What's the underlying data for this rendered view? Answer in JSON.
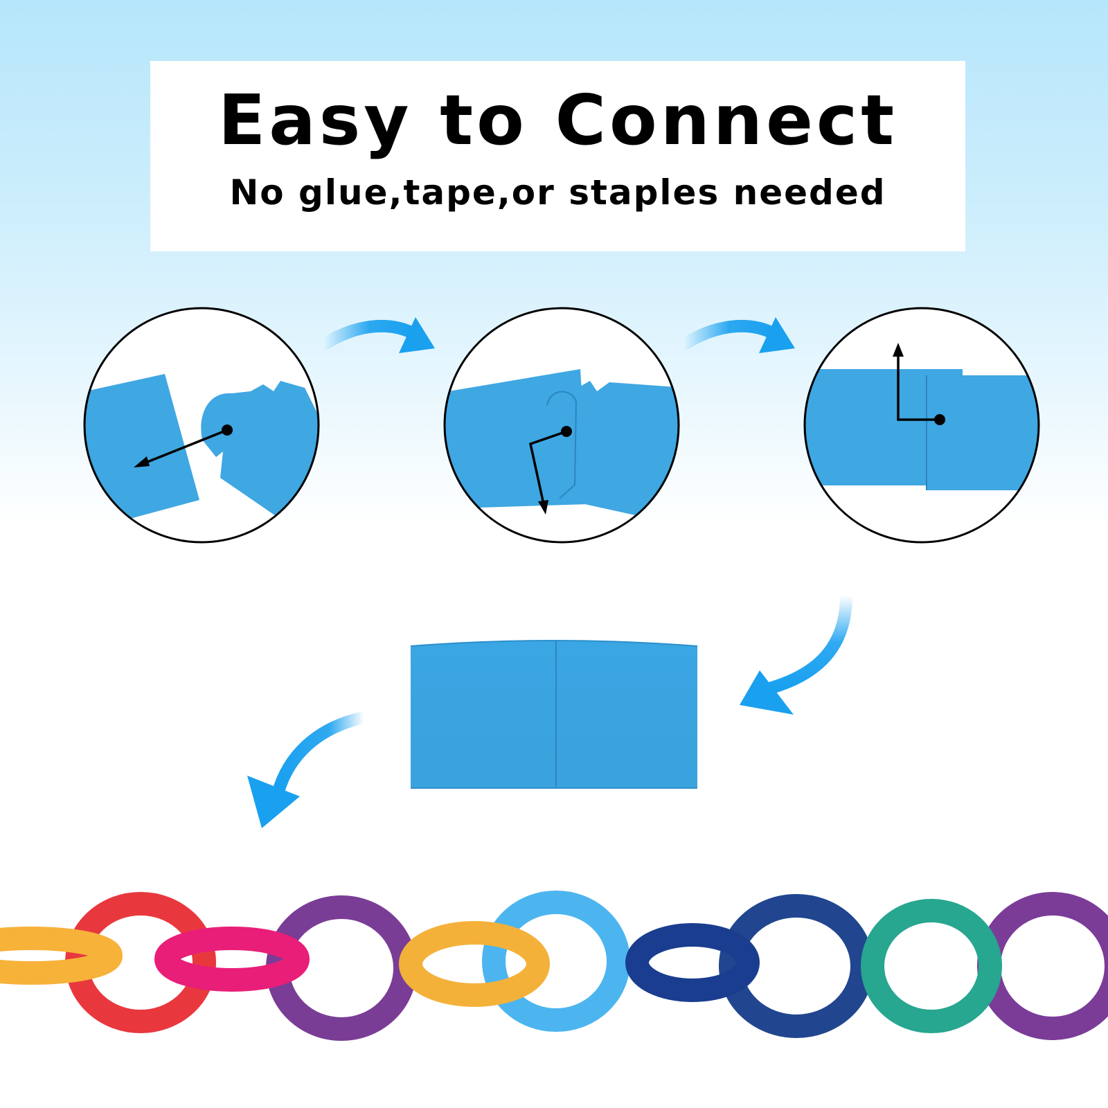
{
  "banner": {
    "title": "Easy to Connect",
    "subtitle": "No glue,tape,or staples needed"
  },
  "steps": [
    {
      "name": "step-1-insert-tab",
      "arrow": "diagonal-down-left"
    },
    {
      "name": "step-2-fold-tab",
      "arrow": "hook-down"
    },
    {
      "name": "step-3-slide-flat",
      "arrow": "hook-up"
    }
  ],
  "colors": {
    "sky": "#b6e6fb",
    "paper_blue": "#3fa7e2",
    "flow_arrow": "#19a0ef",
    "chain": [
      "#f7b23a",
      "#e8383e",
      "#e91e78",
      "#7a3d96",
      "#f4b13a",
      "#4cb5ef",
      "#1a3d8f",
      "#21468f",
      "#27a690",
      "#7b3c98"
    ]
  },
  "icons": {
    "flow_arrow": "curved-arrow-icon",
    "direction_arrow": "pointer-arrow-icon"
  }
}
